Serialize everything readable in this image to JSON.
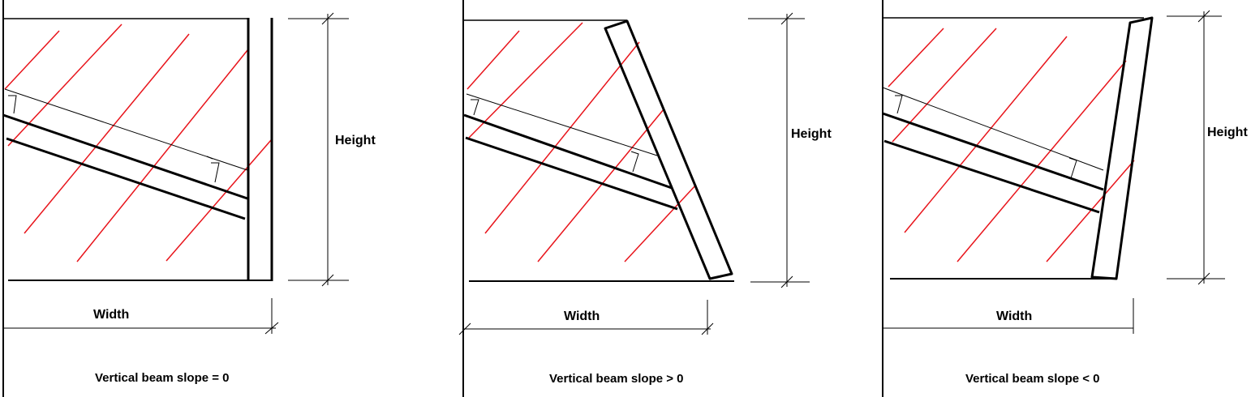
{
  "panels": [
    {
      "height_label": "Height",
      "width_label": "Width",
      "caption": "Vertical beam slope = 0"
    },
    {
      "height_label": "Height",
      "width_label": "Width",
      "caption": "Vertical beam slope > 0"
    },
    {
      "height_label": "Height",
      "width_label": "Width",
      "caption": "Vertical beam slope < 0"
    }
  ],
  "colors": {
    "hatch": "#e8141b",
    "line": "#000000",
    "background": "#ffffff"
  }
}
